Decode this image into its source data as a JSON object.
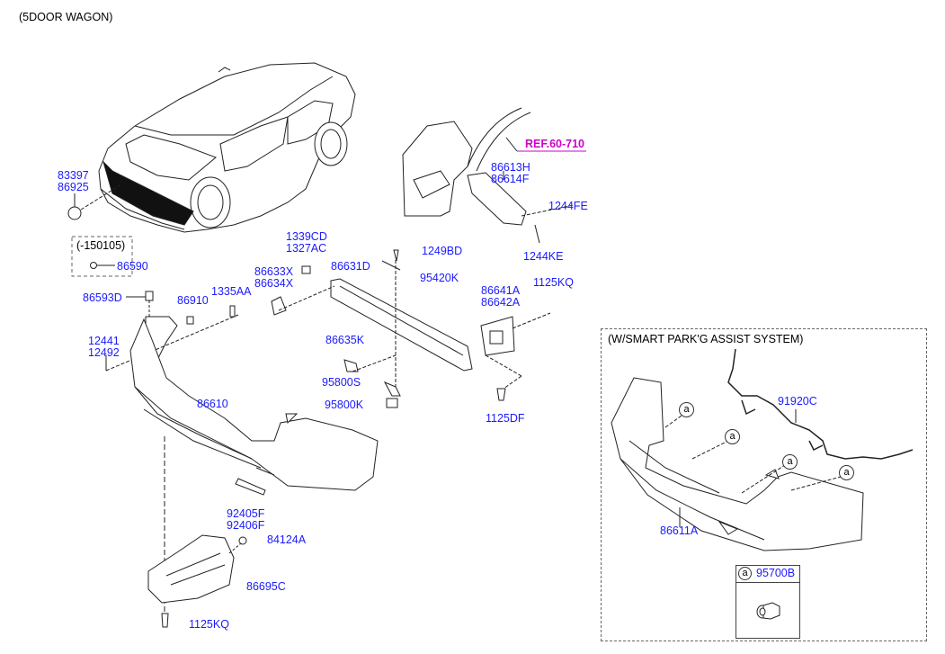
{
  "header": {
    "title": "(5DOOR WAGON)"
  },
  "reference": {
    "label": "REF.60-710",
    "color": "#cc00cc"
  },
  "label_color": "#1a1aff",
  "parts": {
    "emblem": [
      "83397",
      "86925"
    ],
    "clip_86590": "86590",
    "date_range": "(-150105)",
    "cap_86593D": "86593D",
    "bracket_86910": "86910",
    "nut_1335AA": "1335AA",
    "screw_12441": [
      "12441",
      "12492"
    ],
    "nut_1339CD": [
      "1339CD",
      "1327AC"
    ],
    "bracket_86633X": [
      "86633X",
      "86634X"
    ],
    "beam_86631D": "86631D",
    "bolt_1249BD": "1249BD",
    "sensor_95420K": "95420K",
    "bracket_86613H": [
      "86613H",
      "86614F"
    ],
    "bolt_1244FE": "1244FE",
    "bolt_1244KE": "1244KE",
    "stay_86641A": [
      "86641A",
      "86642A"
    ],
    "bolt_1125KQ_top": "1125KQ",
    "bracket_86635K": "86635K",
    "bracket_95800S": "95800S",
    "sensor_95800K": "95800K",
    "bolt_1125DF": "1125DF",
    "bumper_86610": "86610",
    "reflector_92405F": [
      "92405F",
      "92406F"
    ],
    "nut_84124A": "84124A",
    "undercover_86695C": "86695C",
    "bolt_1125KQ_bottom": "1125KQ"
  },
  "spas_box": {
    "title": "(W/SMART PARK'G ASSIST SYSTEM)",
    "wiring_91920C": "91920C",
    "bumper_86611A": "86611A",
    "callout_letter": "a",
    "legend": {
      "letter": "a",
      "part": "95700B"
    }
  }
}
